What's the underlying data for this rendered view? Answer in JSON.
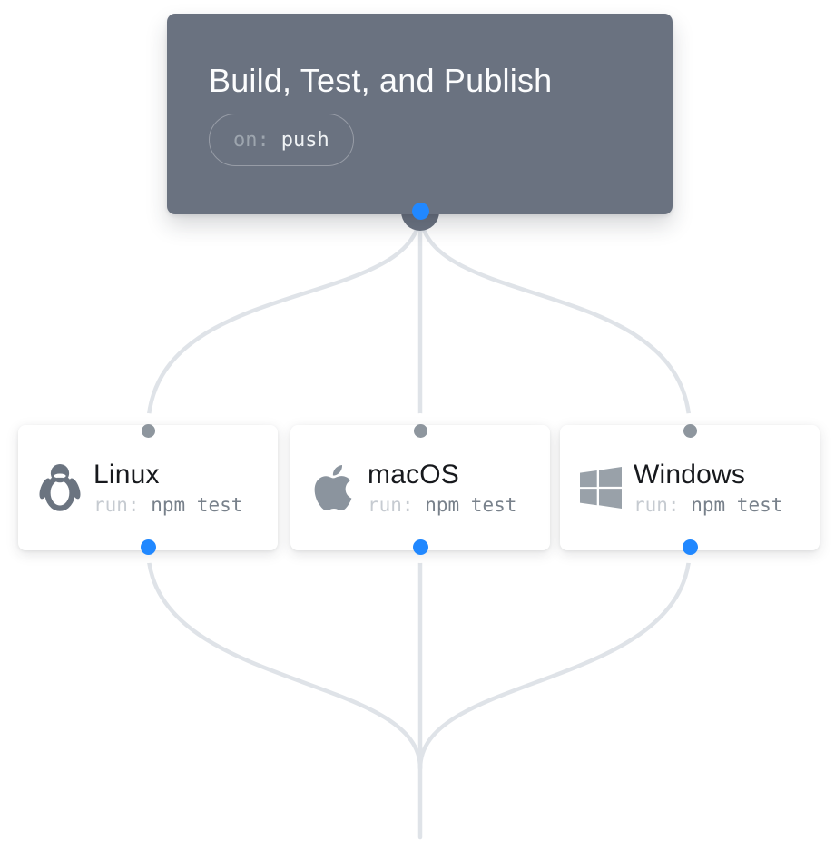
{
  "workflow": {
    "title": "Build, Test, and Publish",
    "trigger_key": "on:",
    "trigger_value": "push"
  },
  "jobs": [
    {
      "name": "Linux",
      "run_key": "run:",
      "run_value": "npm test",
      "icon": "linux-penguin-icon"
    },
    {
      "name": "macOS",
      "run_key": "run:",
      "run_value": "npm test",
      "icon": "apple-icon"
    },
    {
      "name": "Windows",
      "run_key": "run:",
      "run_value": "npm test",
      "icon": "windows-icon"
    }
  ],
  "colors": {
    "header_bg": "#6a7280",
    "header_title": "#fbfcfd",
    "accent_blue": "#2188ff",
    "port_gray": "#8e969e",
    "connector": "#dfe3e8",
    "job_title": "#17191d",
    "run_key": "#c6cbd1",
    "run_value": "#78818b"
  }
}
